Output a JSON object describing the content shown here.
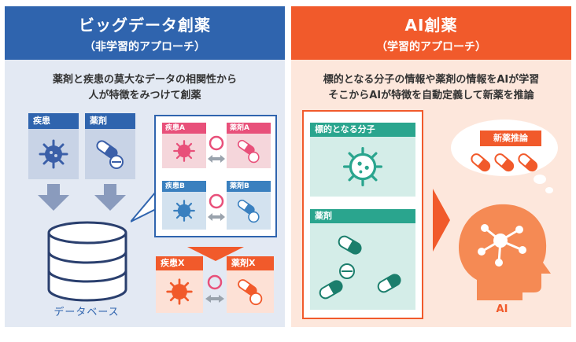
{
  "left": {
    "title": "ビッグデータ創薬",
    "subtitle": "（非学習的アプローチ）",
    "desc_line1": "薬剤と疾患の莫大なデータの相関性から",
    "desc_line2": "人が特徴をみつけて創薬",
    "source_disease": "疾患",
    "source_drug": "薬剤",
    "pair_disease_a": "疾患A",
    "pair_drug_a": "薬剤A",
    "pair_disease_b": "疾患B",
    "pair_drug_b": "薬剤B",
    "disease_x": "疾患X",
    "drug_x": "薬剤X",
    "database_label": "データベース"
  },
  "right": {
    "title": "AI創薬",
    "subtitle": "（学習的アプローチ）",
    "desc_line1": "標的となる分子の情報や薬剤の情報をAIが学習",
    "desc_line2": "そこからAIが特徴を自動定義して新薬を推論",
    "target_label": "標的となる分子",
    "drug_label": "薬剤",
    "new_drug_label": "新薬推論",
    "ai_label": "AI"
  },
  "colors": {
    "blue": "#2f64ae",
    "orange": "#f15a2b",
    "teal": "#2aa58e",
    "pink": "#e8507a"
  }
}
